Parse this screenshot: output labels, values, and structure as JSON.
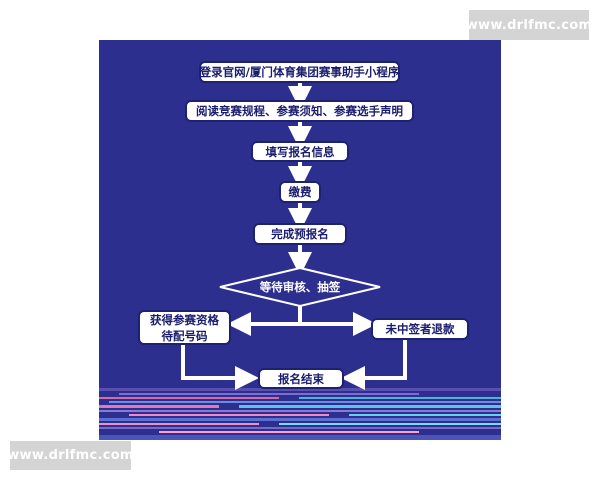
{
  "watermark_top": "www.drlfmc.com",
  "watermark_bottom": "www.drlfmc.com",
  "colors": {
    "panel_background": "#2d2f8f",
    "box_fill": "#ffffff",
    "box_text": "#1a1c6e",
    "connector": "#ffffff"
  },
  "flow": {
    "step1": "登录官网/厦门体育集团赛事助手小程序",
    "step2": "阅读竞赛规程、参赛须知、参赛选手声明",
    "step3": "填写报名信息",
    "step4": "缴费",
    "step5": "完成预报名",
    "decision": "等待审核、抽签",
    "branch_left": "获得参赛资格待配号码",
    "branch_right": "未中签者退款",
    "end": "报名结束"
  }
}
